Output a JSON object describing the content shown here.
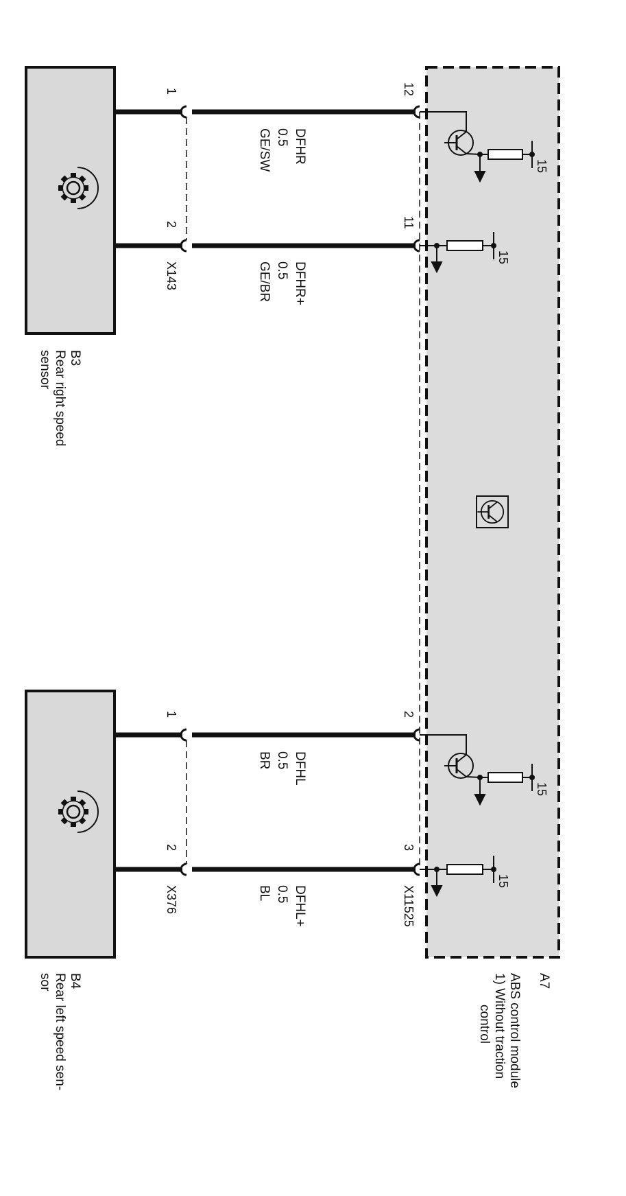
{
  "components": {
    "b3": {
      "id": "B3",
      "name_line1": "Rear right speed",
      "name_line2": "sensor"
    },
    "b4": {
      "id": "B4",
      "name_line1": "Rear left speed sen-",
      "name_line2": "sor"
    },
    "a7": {
      "id": "A7",
      "name_line1": "ABS control module",
      "name_line2": "1) Without traction",
      "name_line3": "control"
    }
  },
  "connectors": {
    "x143": {
      "label": "X143",
      "pins": [
        "1",
        "2"
      ]
    },
    "x376": {
      "label": "X376",
      "pins": [
        "1",
        "2"
      ]
    },
    "x11525": {
      "label": "X11525",
      "pins": [
        "12",
        "11",
        "2",
        "3"
      ]
    }
  },
  "wires": [
    {
      "signal": "DFHR",
      "gauge": "0.5",
      "color": "GE/SW"
    },
    {
      "signal": "DFHR+",
      "gauge": "0.5",
      "color": "GE/BR"
    },
    {
      "signal": "DFHL",
      "gauge": "0.5",
      "color": "BR"
    },
    {
      "signal": "DFHL+",
      "gauge": "0.5",
      "color": "BL"
    }
  ],
  "terminals": {
    "t15": "15"
  },
  "colors": {
    "component_fill": "#d9d9d9",
    "line": "#111111"
  }
}
